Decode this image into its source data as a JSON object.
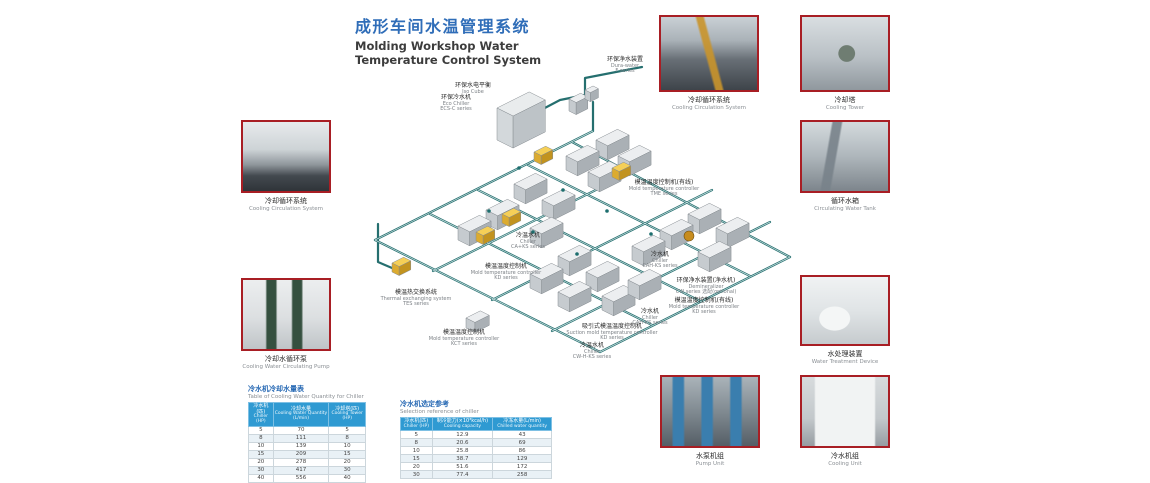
{
  "title": {
    "zh": "成形车间水温管理系统",
    "en1": "Molding Workshop Water",
    "en2": "Temperature Control System"
  },
  "colors": {
    "accent_blue": "#2f6db8",
    "photo_border": "#a81e24",
    "table_header": "#2f9ad2",
    "pipe_teal": "#256f6f",
    "equipment_yellow": "#f5cf57"
  },
  "photos": [
    {
      "caption_zh": "冷却循环系统",
      "caption_en": "Cooling Circulation System"
    },
    {
      "caption_zh": "冷却塔",
      "caption_en": "Cooling Tower"
    },
    {
      "caption_zh": "循环水箱",
      "caption_en": "Circulating Water Tank"
    },
    {
      "caption_zh": "冷却循环系统",
      "caption_en": "Cooling Circulation System"
    },
    {
      "caption_zh": "冷却水循环泵",
      "caption_en": "Cooling Water Circulating Pump"
    },
    {
      "caption_zh": "水处理装置",
      "caption_en": "Water Treatment Device"
    },
    {
      "caption_zh": "水泵机组",
      "caption_en": "Pump Unit"
    },
    {
      "caption_zh": "冷水机组",
      "caption_en": "Cooling Unit"
    }
  ],
  "diagram": {
    "labels": [
      {
        "zh": "环保净水装置",
        "en": "Dura-water",
        "series": "F series"
      },
      {
        "zh": "环保水电平衡",
        "en": "Iso Cube",
        "series": ""
      },
      {
        "zh": "环保冷水机",
        "en": "Eco Chiller",
        "series": "ECS-C series"
      },
      {
        "zh": "模温温度控制机(有线)",
        "en": "Mold temperature controller",
        "series": "TME series"
      },
      {
        "zh": "冷温水机",
        "en": "Chiller",
        "series": "CA+KS series"
      },
      {
        "zh": "模温温度控制机",
        "en": "Mold temperature controller",
        "series": "KD series"
      },
      {
        "zh": "模温热交换系统",
        "en": "Thermal exchanging system",
        "series": "TES series"
      },
      {
        "zh": "冷水机",
        "en": "Chiller",
        "series": "CAH-KS series"
      },
      {
        "zh": "环保净水装置(净水机)",
        "en": "Demineralizer",
        "series": "CW series 选配(optional)"
      },
      {
        "zh": "模温温度控制机(有线)",
        "en": "Mold temperature controller",
        "series": "KD series"
      },
      {
        "zh": "冷水机",
        "en": "Chiller",
        "series": "CAH-KS series"
      },
      {
        "zh": "吸引式模温温度控制机",
        "en": "Suction mold temperature controller",
        "series": "KD series"
      },
      {
        "zh": "冷温水机",
        "en": "Chiller",
        "series": "CW-H-KS series"
      },
      {
        "zh": "模温温度控制机",
        "en": "Mold temperature controller",
        "series": "KCT series"
      }
    ]
  },
  "tables": {
    "a": {
      "title_zh": "冷水机冷却水量表",
      "title_en": "Table of Cooling Water Quantity for Chiller",
      "headers": [
        {
          "zh": "冷水机(匹)",
          "en": "Chiller (HP)"
        },
        {
          "zh": "冷却水量",
          "en": "Cooling Water Quantity (L/min)"
        },
        {
          "zh": "冷却塔(匹)",
          "en": "Cooling Tower (HP)"
        }
      ],
      "rows": [
        [
          "5",
          "70",
          "5"
        ],
        [
          "8",
          "111",
          "8"
        ],
        [
          "10",
          "139",
          "10"
        ],
        [
          "15",
          "209",
          "15"
        ],
        [
          "20",
          "278",
          "20"
        ],
        [
          "30",
          "417",
          "30"
        ],
        [
          "40",
          "556",
          "40"
        ]
      ]
    },
    "b": {
      "title_zh": "冷水机选定参考",
      "title_en": "Selection reference of chiller",
      "headers": [
        {
          "zh": "冷水机(匹)",
          "en": "Chiller (HP)"
        },
        {
          "zh": "制冷能力(×10³kcal/h)",
          "en": "Cooling capacity"
        },
        {
          "zh": "冷冻水量(L/min)",
          "en": "Chilled water quantity"
        }
      ],
      "rows": [
        [
          "5",
          "12.9",
          "43"
        ],
        [
          "8",
          "20.6",
          "69"
        ],
        [
          "10",
          "25.8",
          "86"
        ],
        [
          "15",
          "38.7",
          "129"
        ],
        [
          "20",
          "51.6",
          "172"
        ],
        [
          "30",
          "77.4",
          "258"
        ]
      ]
    }
  }
}
